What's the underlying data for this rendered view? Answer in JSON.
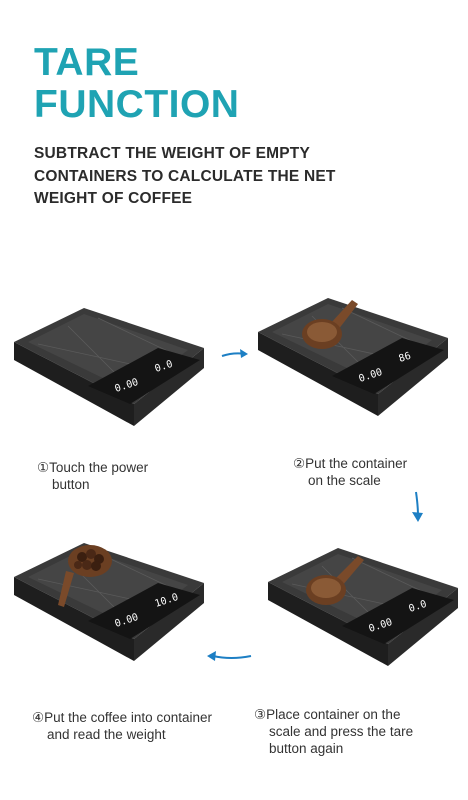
{
  "header": {
    "title_line1": "TARE",
    "title_line2": "FUNCTION",
    "subtitle": "SUBTRACT THE WEIGHT OF EMPTY CONTAINERS TO CALCULATE THE NET WEIGHT OF COFFEE"
  },
  "steps": [
    {
      "num": "①",
      "line1": "Touch the power",
      "line2": "button",
      "display_left": "0.00",
      "display_right": "0.0",
      "contents": "none"
    },
    {
      "num": "②",
      "line1": "Put the container",
      "line2": "on the scale",
      "display_left": "0.00",
      "display_right": "86",
      "contents": "spoon"
    },
    {
      "num": "③",
      "line1": "Place container on the",
      "line2": "scale and press the tare",
      "line3": "button again",
      "display_left": "0.00",
      "display_right": "0.0",
      "contents": "spoon"
    },
    {
      "num": "④",
      "line1": "Put the coffee into container",
      "line2": "and read the weight",
      "display_left": "0.00",
      "display_right": "10.0",
      "contents": "spoon-with-beans"
    }
  ],
  "colors": {
    "title": "#1fa3b3",
    "arrow": "#1d7fc4",
    "scale_body": "#2a2a2a"
  }
}
